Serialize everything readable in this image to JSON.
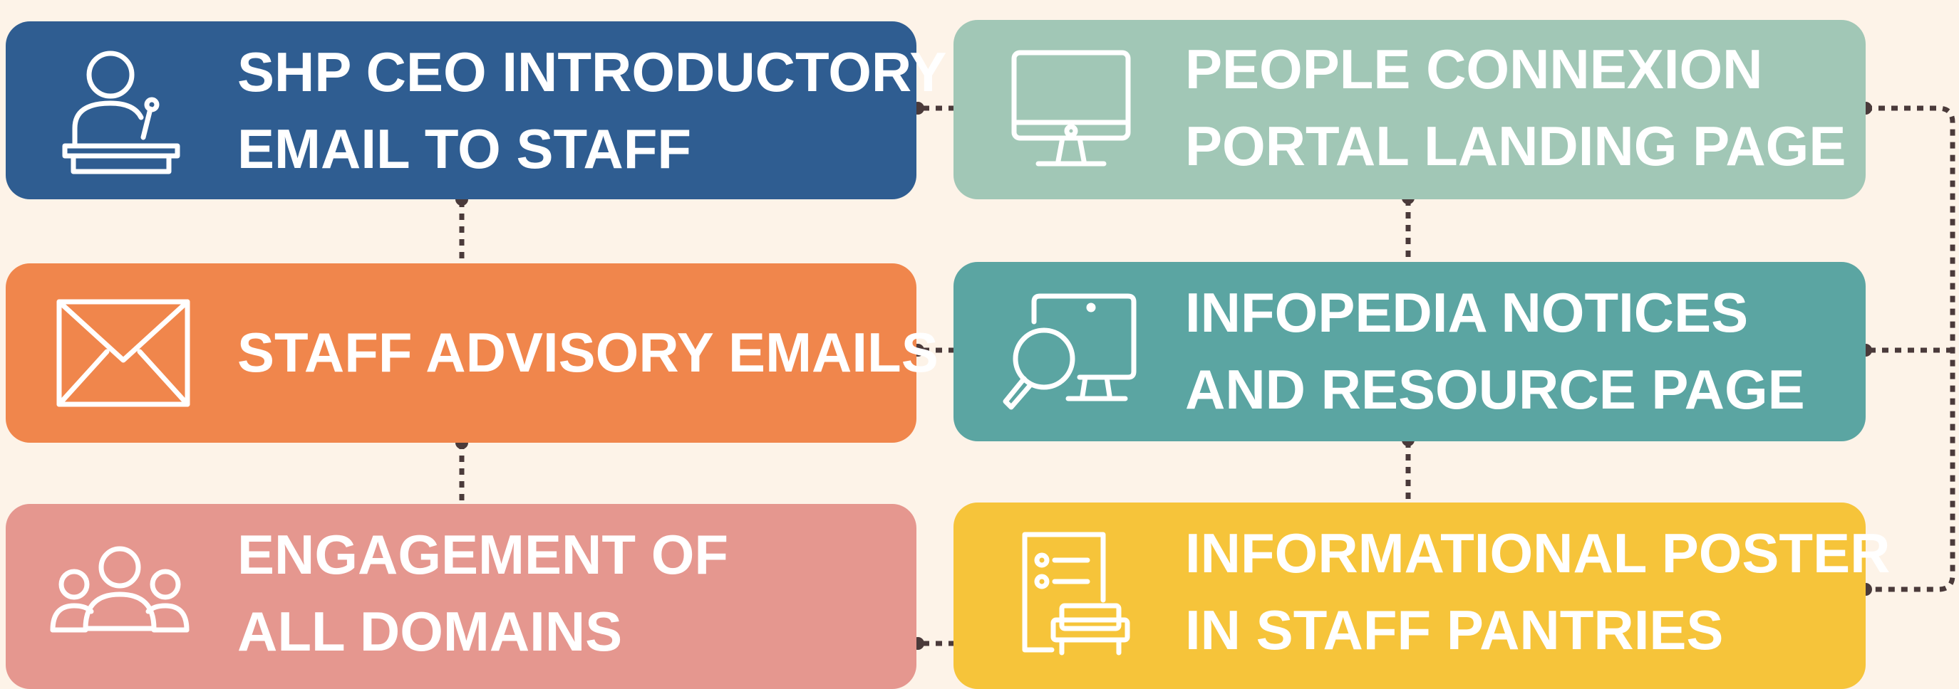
{
  "colors": {
    "background": "#fdf3e8",
    "connector": "#4a3a3a",
    "ceo": "#2f5d91",
    "portal": "#a1c7b6",
    "advisory": "#f0864c",
    "infopedia": "#5ba5a2",
    "engagement": "#e5978f",
    "poster": "#f6c43a"
  },
  "cards": {
    "ceo": {
      "icon": "speaker-at-podium-icon",
      "line1": "SHP CEO INTRODUCTORY",
      "line2": "EMAIL TO STAFF"
    },
    "portal": {
      "icon": "desktop-monitor-icon",
      "line1": "PEOPLE CONNEXION",
      "line2": "PORTAL LANDING PAGE"
    },
    "advisory": {
      "icon": "envelope-icon",
      "line1": "STAFF ADVISORY EMAILS"
    },
    "infopedia": {
      "icon": "monitor-magnifier-icon",
      "line1": "INFOPEDIA NOTICES",
      "line2": "AND RESOURCE PAGE"
    },
    "engagement": {
      "icon": "group-of-people-icon",
      "line1": "ENGAGEMENT OF",
      "line2": "ALL DOMAINS"
    },
    "poster": {
      "icon": "poster-checklist-icon",
      "line1": "INFORMATIONAL POSTER",
      "line2": "IN STAFF PANTRIES"
    }
  }
}
